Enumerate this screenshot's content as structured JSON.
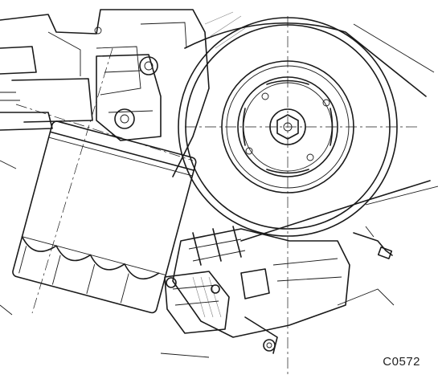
{
  "figure": {
    "reference_code": "C0572",
    "line_color": "#1a1a1a",
    "background": "#ffffff"
  },
  "parts": {
    "crankshaft_pulley": "pulley",
    "oil_filter": "filter",
    "filter_mounting_bracket": "bracket",
    "starter_motor": "starter",
    "drive_belt": "belt",
    "mounting_bolts": "bolts",
    "electrical_terminal": "terminal"
  }
}
